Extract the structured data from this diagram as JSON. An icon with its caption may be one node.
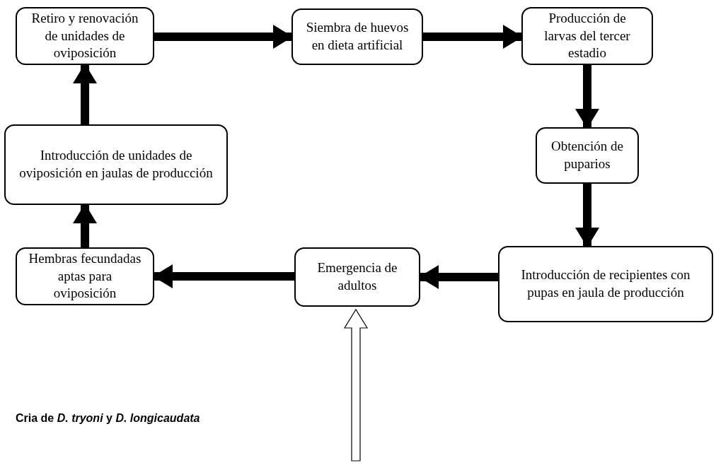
{
  "diagram": {
    "nodes": [
      {
        "text": [
          "Retiro y renovación de unidades de oviposición"
        ]
      },
      {
        "text": [
          "Siembra de huevos en dieta artificial"
        ]
      },
      {
        "text": [
          "Producción de larvas del tercer estadio"
        ]
      },
      {
        "text": [
          "Obtención de puparios"
        ]
      },
      {
        "text": [
          "Introducción de recipientes con pupas en jaula de producción"
        ]
      },
      {
        "text": [
          "Emergencia de adultos"
        ]
      },
      {
        "text": [
          "Hembras fecundadas aptas para oviposición"
        ]
      },
      {
        "text": [
          "Introducción de unidades de oviposición en jaulas de producción"
        ]
      }
    ],
    "edges": [
      {
        "from": 0,
        "to": 1,
        "arrow": "to"
      },
      {
        "from": 1,
        "to": 2,
        "arrow": "to"
      },
      {
        "from": 2,
        "to": 3,
        "arrow": "to"
      },
      {
        "from": 3,
        "to": 4,
        "arrow": "to"
      },
      {
        "from": 4,
        "to": 5,
        "arrow": "to"
      },
      {
        "from": 5,
        "to": 6,
        "arrow": "to"
      },
      {
        "from": 6,
        "to": 7,
        "arrow": "to"
      },
      {
        "from": 7,
        "to": 0,
        "arrow": "to"
      },
      {
        "from": null,
        "to": 5,
        "arrow": "to"
      }
    ],
    "labels": [
      "Cria de *D. tryoni* y *D. longicaudata*"
    ]
  }
}
